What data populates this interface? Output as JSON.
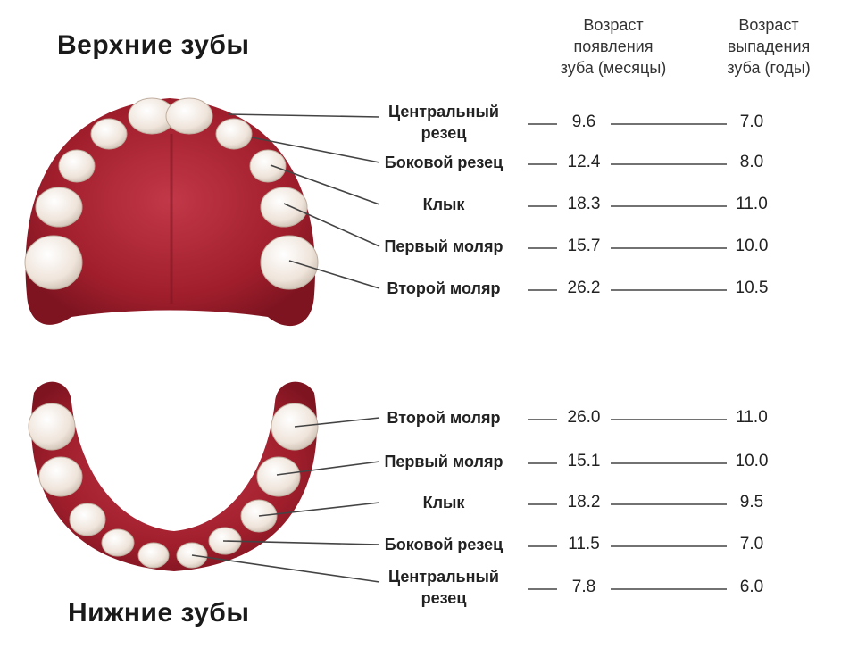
{
  "titles": {
    "upper": "Верхние зубы",
    "lower": "Нижние зубы"
  },
  "headers": {
    "eruption": "Возраст\nпоявления\nзуба (месяцы)",
    "shedding": "Возраст\nвыпадения\nзуба (годы)"
  },
  "upper_teeth": [
    {
      "name": "Центральный\nрезец",
      "erupt": "9.6",
      "shed": "7.0"
    },
    {
      "name": "Боковой резец",
      "erupt": "12.4",
      "shed": "8.0"
    },
    {
      "name": "Клык",
      "erupt": "18.3",
      "shed": "11.0"
    },
    {
      "name": "Первый моляр",
      "erupt": "15.7",
      "shed": "10.0"
    },
    {
      "name": "Второй моляр",
      "erupt": "26.2",
      "shed": "10.5"
    }
  ],
  "lower_teeth": [
    {
      "name": "Второй моляр",
      "erupt": "26.0",
      "shed": "11.0"
    },
    {
      "name": "Первый моляр",
      "erupt": "15.1",
      "shed": "10.0"
    },
    {
      "name": "Клык",
      "erupt": "18.2",
      "shed": "9.5"
    },
    {
      "name": "Боковой резец",
      "erupt": "11.5",
      "shed": "7.0"
    },
    {
      "name": "Центральный\nрезец",
      "erupt": "7.8",
      "shed": "6.0"
    }
  ],
  "colors": {
    "gum": "#a01e2c",
    "gum_dark": "#7d1420",
    "tooth": "#f4ece4",
    "line": "#444444"
  }
}
